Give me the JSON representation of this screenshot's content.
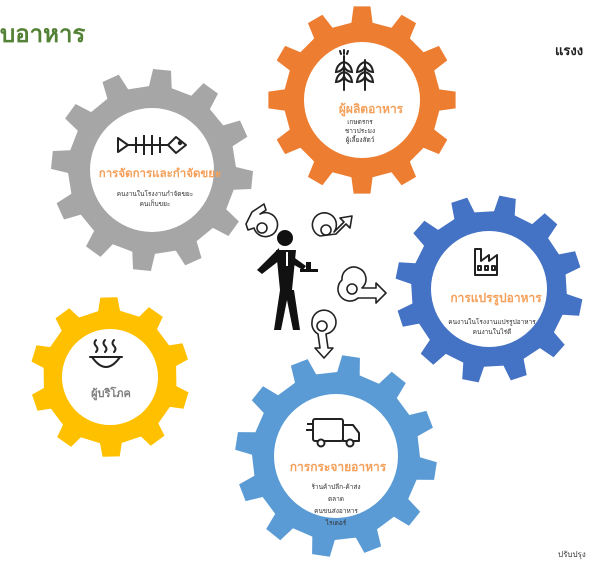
{
  "header": {
    "title": "บอาหาร",
    "right_label": "แรงง",
    "footer": "ปรับปรุง"
  },
  "colors": {
    "title": "#538135",
    "producer": "#ED7D31",
    "waste": "#A6A6A6",
    "processing": "#4472C4",
    "consumer": "#FFC000",
    "distribution": "#5B9BD5",
    "label_orange": "#F4A05A"
  },
  "stages": {
    "producer": {
      "title": "ผู้ผลิตอาหาร",
      "lines": [
        "เกษตรกร",
        "ชาวประมง",
        "ผู้เลี้ยงสัตว์"
      ],
      "icon": "wheat-icon"
    },
    "waste": {
      "title": "การจัดการและกำจัดขยะ",
      "lines": [
        "คนงานในโรงงานกำจัดขยะ",
        "คนเก็บขยะ"
      ],
      "icon": "fish-bone-icon"
    },
    "processing": {
      "title": "การแปรรูปอาหาร",
      "lines": [
        "คนงานในโรงงานแปรรูปอาหาร",
        "คนงานในไร่ดี"
      ],
      "icon": "factory-icon"
    },
    "consumer": {
      "title": "ผู้บริโภค",
      "lines": [],
      "icon": "hot-bowl-icon"
    },
    "distribution": {
      "title": "การกระจายอาหาร",
      "lines": [
        "ร้านค้าปลีก-ค้าส่ง",
        "ตลาด",
        "คนขนส่งอาหาร",
        "ไรเดอร์"
      ],
      "icon": "truck-icon"
    }
  },
  "center": {
    "icon": "waiter-icon"
  }
}
